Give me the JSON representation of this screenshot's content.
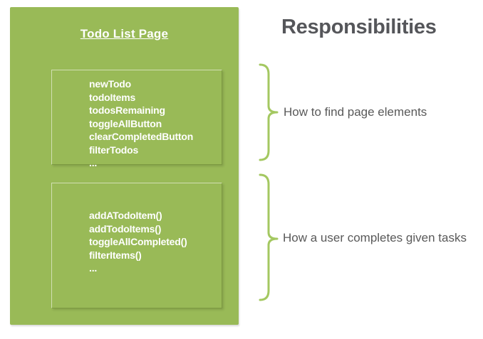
{
  "colors": {
    "panel_green": "#99BA57",
    "brace_green": "#A4C861",
    "heading_gray": "#55565A",
    "label_gray": "#595959",
    "box_text_white": "#FFFFFF"
  },
  "todo_panel": {
    "title": "Todo List Page",
    "element_box": {
      "items": [
        "newTodo",
        "todoItems",
        "todosRemaining",
        "toggleAllButton",
        "clearCompletedButton",
        "filterTodos",
        "..."
      ]
    },
    "action_box": {
      "items": [
        "addATodoItem()",
        "addTodoItems()",
        "toggleAllCompleted()",
        "filterItems()",
        "..."
      ]
    }
  },
  "responsibilities": {
    "heading": "Responsibilities",
    "annotations": [
      {
        "label": "How to find page elements"
      },
      {
        "label": "How a user completes given tasks"
      }
    ]
  }
}
